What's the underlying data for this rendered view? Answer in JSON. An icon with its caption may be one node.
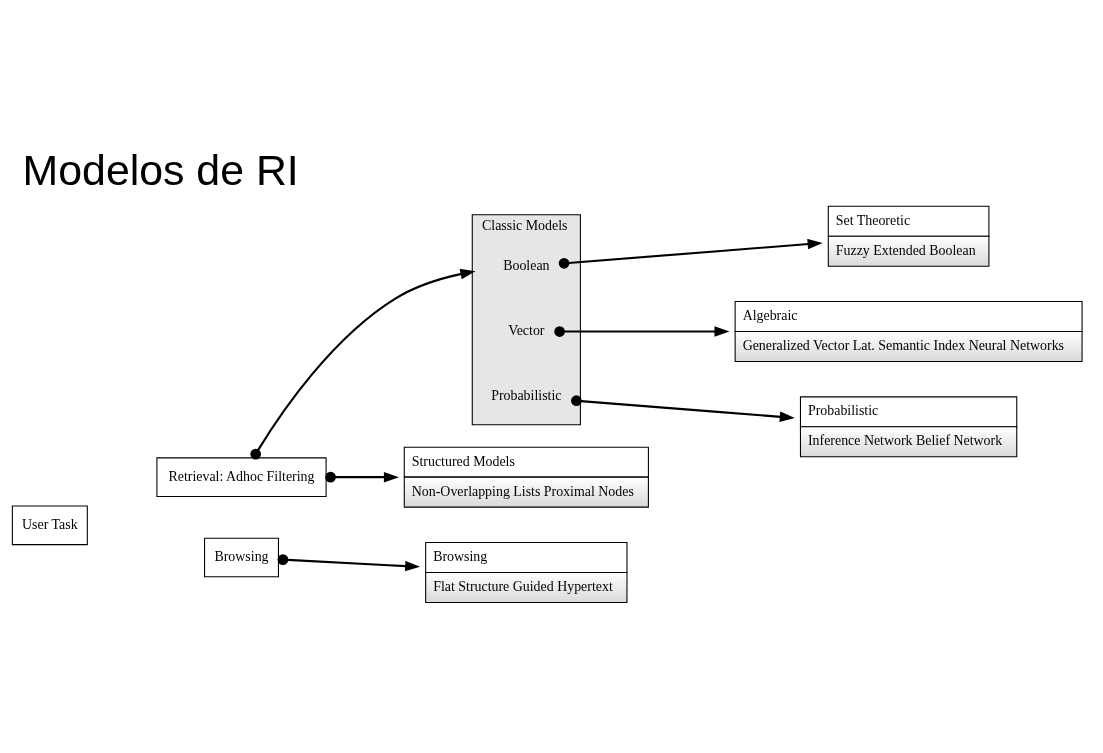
{
  "diagram": {
    "title": "Modelos de RI",
    "nodes": [
      {
        "text": [
          "User Task"
        ]
      },
      {
        "text": [
          "Retrieval: Adhoc Filtering"
        ]
      },
      {
        "text": [
          "Browsing"
        ]
      },
      {
        "text": [
          "Classic Models"
        ]
      },
      {
        "text": [
          "Boolean"
        ],
        "in": 3
      },
      {
        "text": [
          "Vector"
        ],
        "in": 3
      },
      {
        "text": [
          "Probabilistic"
        ],
        "in": 3
      },
      {
        "text": [
          "Structured Models",
          "Non-Overlapping Lists Proximal Nodes"
        ]
      },
      {
        "text": [
          "Browsing",
          "Flat Structure Guided Hypertext"
        ]
      },
      {
        "text": [
          "Set Theoretic",
          "Fuzzy Extended Boolean"
        ]
      },
      {
        "text": [
          "Algebraic",
          "Generalized Vector Lat. Semantic Index Neural Networks"
        ]
      },
      {
        "text": [
          "Probabilistic",
          "Inference Network Belief Network"
        ]
      }
    ],
    "edges": [
      {
        "from": 1,
        "to": 3,
        "arrow": "to"
      },
      {
        "from": 1,
        "to": 7,
        "arrow": "to"
      },
      {
        "from": 2,
        "to": 8,
        "arrow": "to"
      },
      {
        "from": 4,
        "to": 9,
        "arrow": "to"
      },
      {
        "from": 5,
        "to": 10,
        "arrow": "to"
      },
      {
        "from": 6,
        "to": 11,
        "arrow": "to"
      }
    ]
  }
}
